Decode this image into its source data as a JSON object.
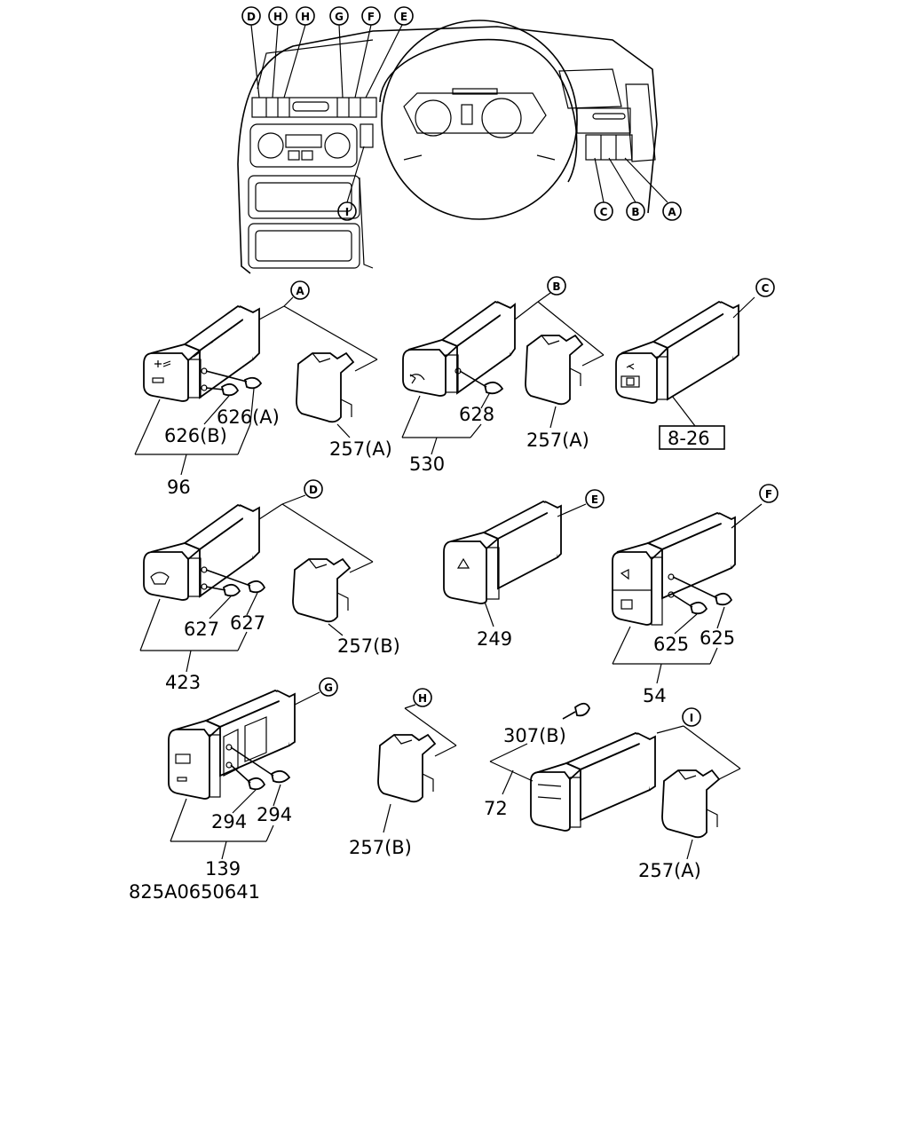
{
  "callouts": {
    "d": "D",
    "h1": "H",
    "h2": "H",
    "g": "G",
    "f": "F",
    "e": "E",
    "i": "I",
    "c": "C",
    "b": "B",
    "a": "A",
    "grp_a": "A",
    "grp_b": "B",
    "grp_c": "C",
    "grp_d": "D",
    "grp_e": "E",
    "grp_f": "F",
    "grp_g": "G",
    "grp_h": "H",
    "grp_i": "I"
  },
  "labels": {
    "a_626a": "626(A)",
    "a_626b": "626(B)",
    "a_257": "257(A)",
    "a_96": "96",
    "b_628": "628",
    "b_257": "257(A)",
    "b_530": "530",
    "c_ref": "8-26",
    "d_627a": "627",
    "d_627b": "627",
    "d_257": "257(B)",
    "d_423": "423",
    "e_249": "249",
    "f_625a": "625",
    "f_625b": "625",
    "f_54": "54",
    "g_294a": "294",
    "g_294b": "294",
    "g_139": "139",
    "h_257": "257(B)",
    "i_307": "307(B)",
    "i_72": "72",
    "i_257": "257(A)",
    "drawing_code": "825A0650641"
  }
}
